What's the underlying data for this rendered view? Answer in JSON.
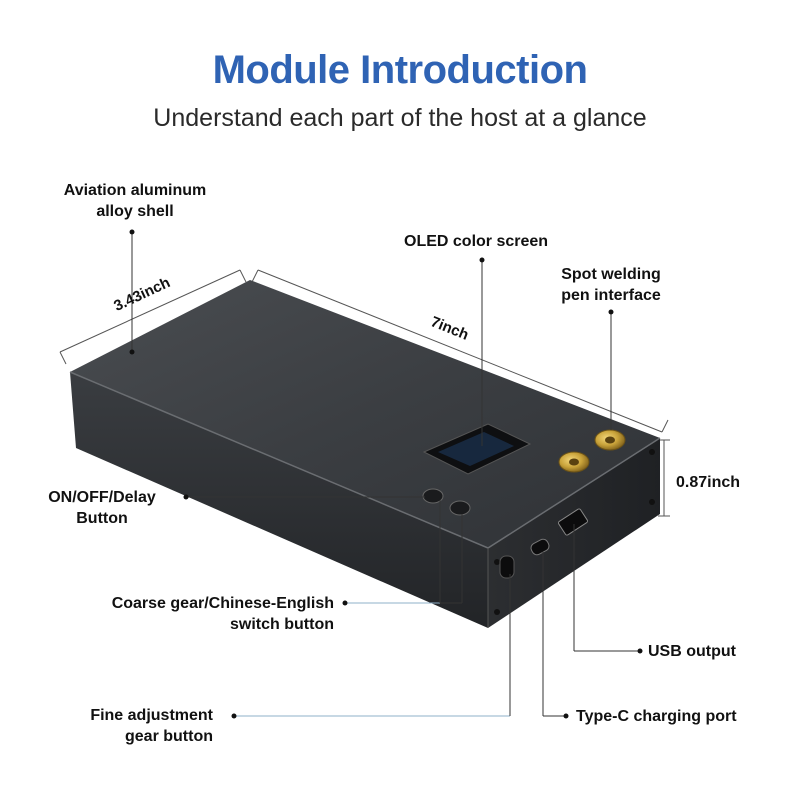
{
  "header": {
    "title": "Module Introduction",
    "subtitle": "Understand each part of the host at a glance"
  },
  "dimensions": {
    "width": "3.43inch",
    "length": "7inch",
    "height": "0.87inch"
  },
  "labels": {
    "shell_line1": "Aviation aluminum",
    "shell_line2": "alloy shell",
    "screen": "OLED color screen",
    "pen_line1": "Spot welding",
    "pen_line2": "pen interface",
    "onoff_line1": "ON/OFF/Delay",
    "onoff_line2": "Button",
    "coarse_line1": "Coarse gear/Chinese-English",
    "coarse_line2": "switch button",
    "usb": "USB output",
    "fine_line1": "Fine adjustment",
    "fine_line2": "gear button",
    "typec": "Type-C charging port"
  },
  "colors": {
    "title": "#2f63b4",
    "body_top": "#3a3d40",
    "body_front": "#2e3033",
    "body_side": "#25272a",
    "gold": "#c9a33a",
    "callout_line": "#333333"
  }
}
